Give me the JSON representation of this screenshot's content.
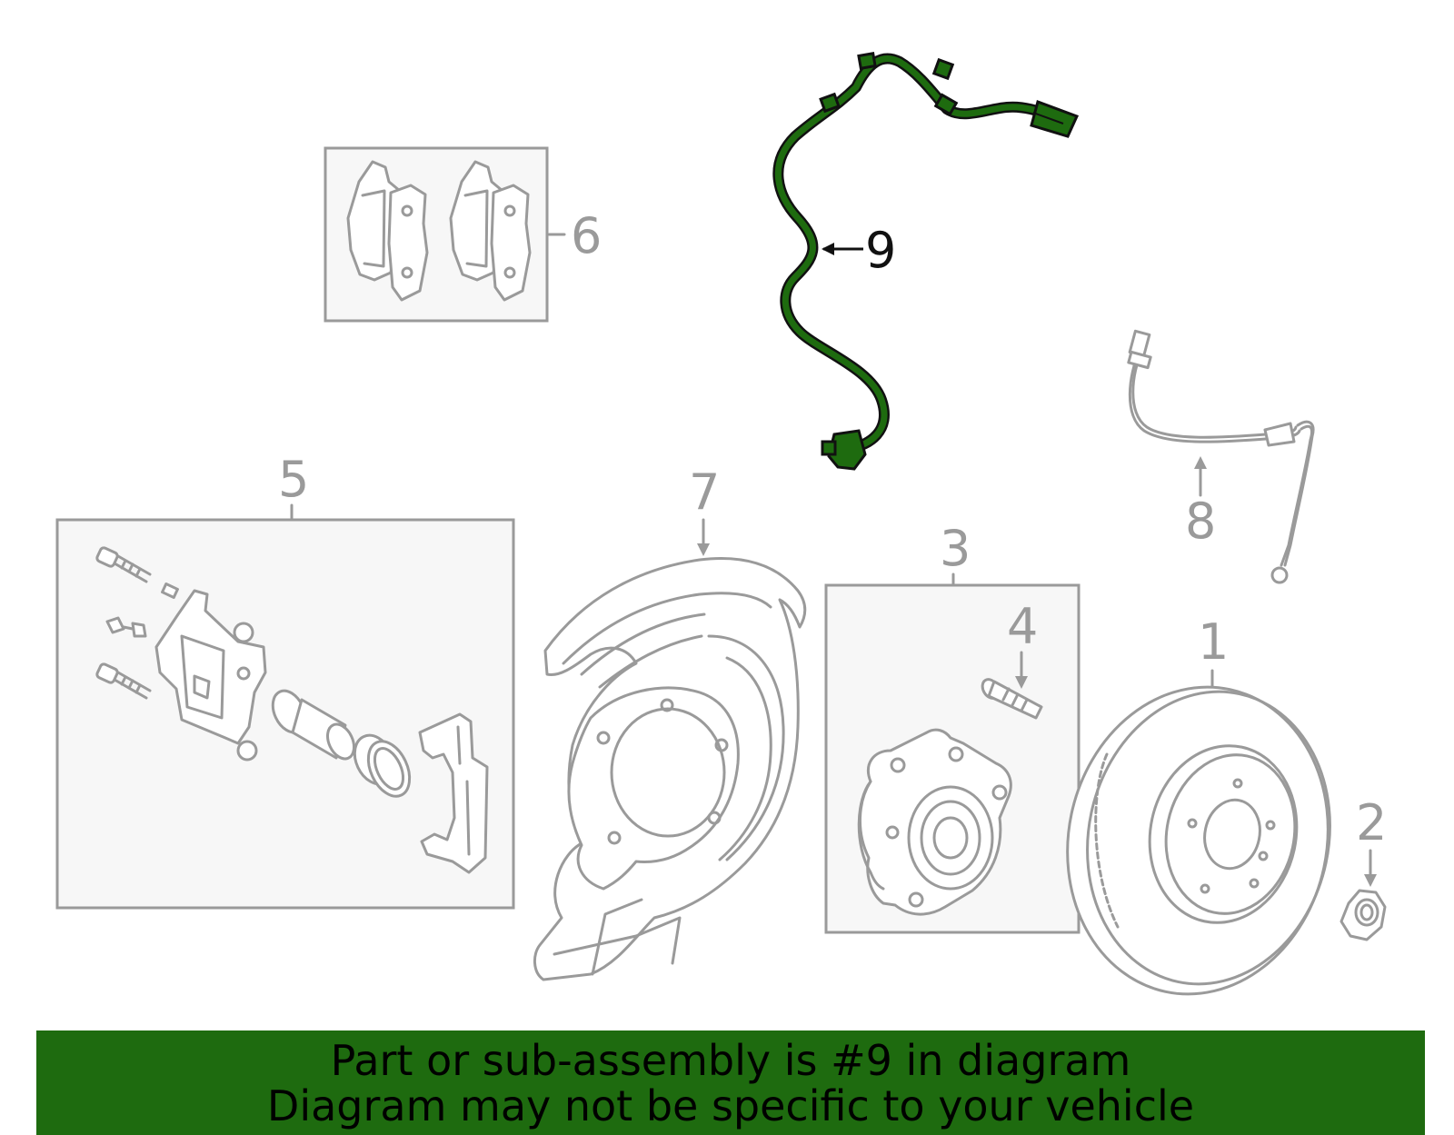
{
  "callouts": {
    "c1": "1",
    "c2": "2",
    "c3": "3",
    "c4": "4",
    "c5": "5",
    "c6": "6",
    "c7": "7",
    "c8": "8",
    "c9": "9"
  },
  "highlighted_part": "9",
  "colors": {
    "highlight": "#1e6b0f",
    "line_art": "#9a9a9a",
    "box_fill": "#f7f7f7",
    "banner_bg": "#1e6b0f"
  },
  "banner": {
    "line1": "Part or sub-assembly is #9 in diagram",
    "line2": "Diagram may not be specific to your vehicle"
  }
}
